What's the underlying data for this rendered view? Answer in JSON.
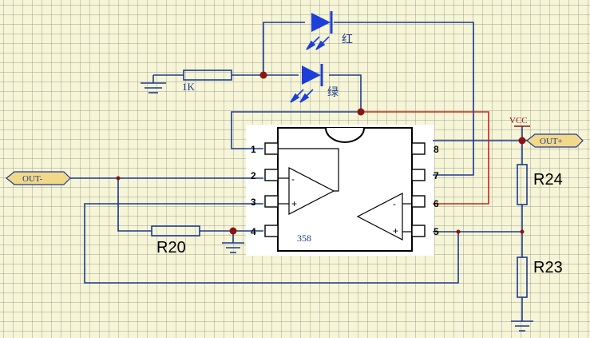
{
  "connectors": {
    "out_minus": "OUT-",
    "out_plus": "OUT+"
  },
  "power": {
    "vcc": "VCC"
  },
  "chip": {
    "part": "358",
    "pins_left": [
      "1",
      "2",
      "3",
      "4"
    ],
    "pins_right": [
      "8",
      "7",
      "6",
      "5"
    ],
    "amp1_inputs": [
      "-",
      "+"
    ],
    "amp2_inputs": [
      "-",
      "+"
    ]
  },
  "components": {
    "r_1k": "1K",
    "r20": "R20",
    "r24": "R24",
    "r23": "R23",
    "led_red_label": "红",
    "led_green_label": "绿"
  },
  "colors": {
    "background": "#f6f5d6",
    "wire_blue": "#1f3a8f",
    "wire_red": "#c2261a",
    "junction": "#8b1414",
    "connector_fill": "#f2d98a",
    "led_blue": "#1b3fd8"
  }
}
